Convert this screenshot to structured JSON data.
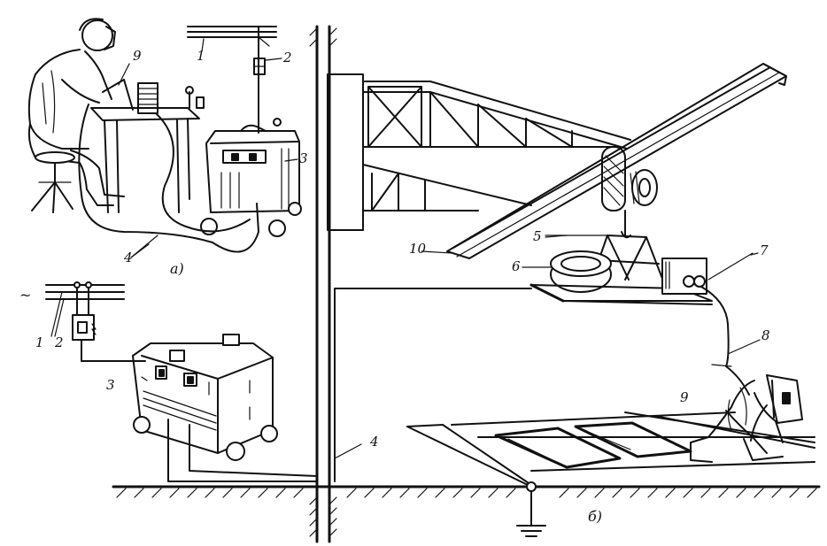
{
  "labels": {
    "a": {
      "line": "1",
      "switch": "2",
      "transformer": "3",
      "cable": "4",
      "electrode_holder": "9",
      "caption": "а)"
    },
    "b": {
      "line": "1",
      "switch": "2",
      "transformer": "3",
      "cable": "4",
      "hoist": "5",
      "cable_drum": "6",
      "platform": "7",
      "cable_hanging": "8",
      "welder": "9",
      "rail": "10",
      "caption": "б)",
      "ac_symbol": "~"
    }
  },
  "colors": {
    "ink": "#111111",
    "background": "#ffffff"
  }
}
